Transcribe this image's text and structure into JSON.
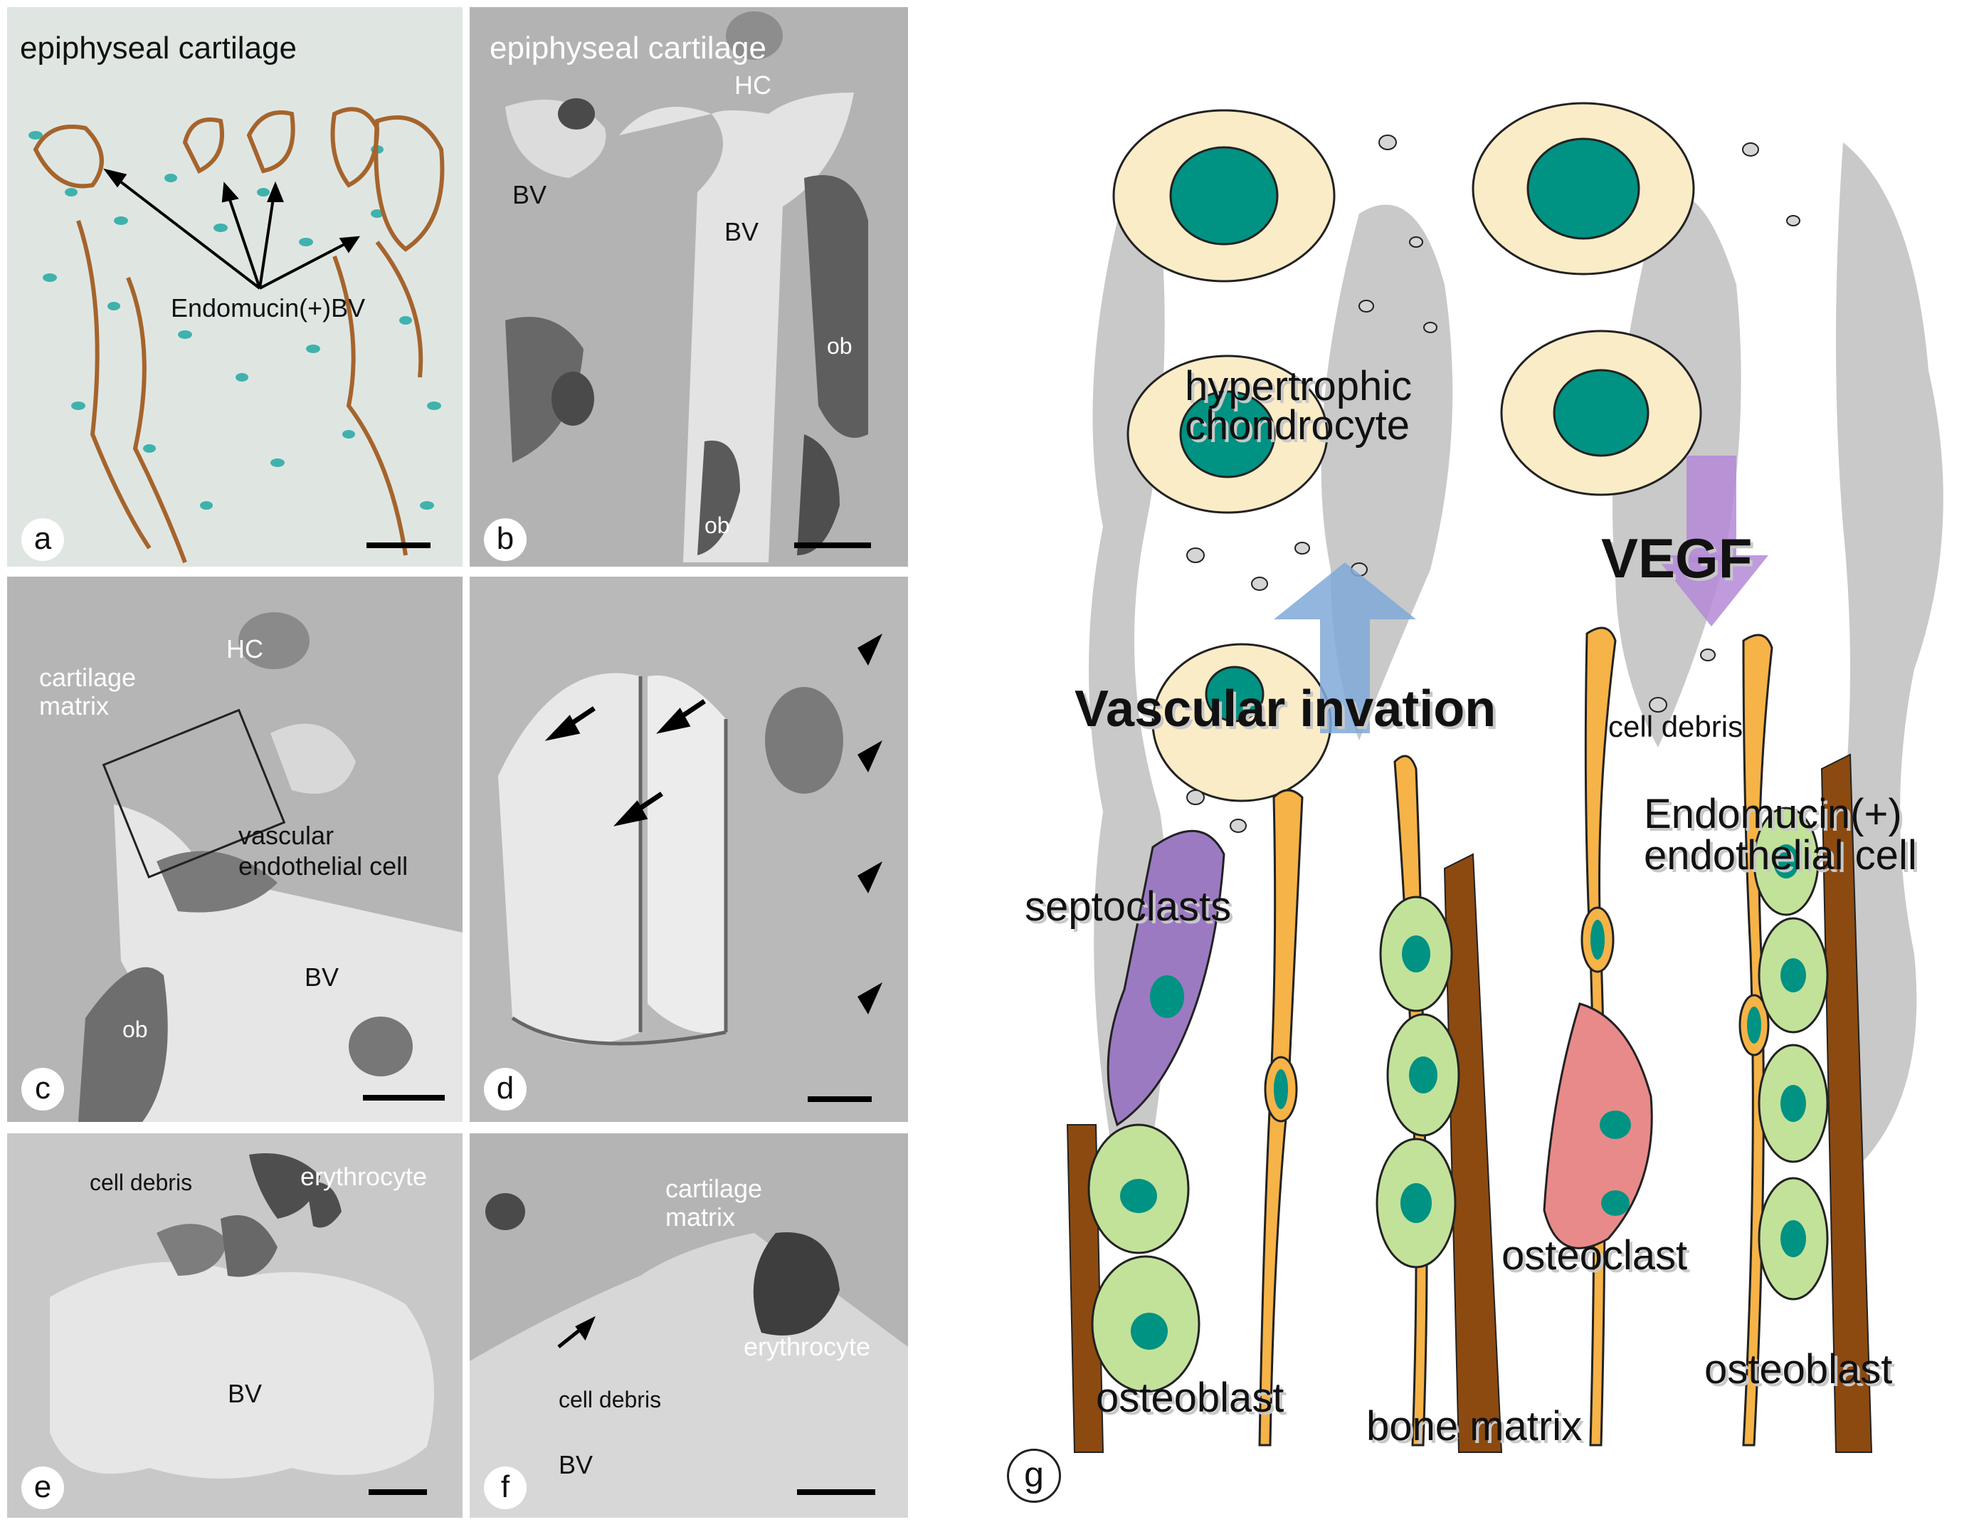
{
  "panels": {
    "a": {
      "letter": "a",
      "title": "epiphyseal cartilage",
      "label": "Endomucin(+)BV"
    },
    "b": {
      "letter": "b",
      "title": "epiphyseal cartilage",
      "hc": "HC",
      "bv1": "BV",
      "bv2": "BV",
      "ob1": "ob",
      "ob2": "ob"
    },
    "c": {
      "letter": "c",
      "hc": "HC",
      "matrix": "cartilage\nmatrix",
      "endo": "vascular\nendothelial cell",
      "bv": "BV",
      "ob": "ob"
    },
    "d": {
      "letter": "d"
    },
    "e": {
      "letter": "e",
      "debris": "cell debris",
      "ery": "erythrocyte",
      "bv": "BV"
    },
    "f": {
      "letter": "f",
      "matrix": "cartilage\nmatrix",
      "ery": "erythrocyte",
      "debris": "cell debris",
      "bv": "BV"
    }
  },
  "diagram": {
    "letter": "g",
    "hypertrophic": "hypertrophic\nchondrocyte",
    "vegf": "VEGF",
    "vascular_invasion": "Vascular invation",
    "cell_debris": "cell debris",
    "endomucin": "Endomucin(+)\nendothelial cell",
    "septoclasts": "septoclasts",
    "osteoclast": "osteoclast",
    "osteoblast_left": "osteoblast",
    "osteoblast_right": "osteoblast",
    "bone_matrix": "bone matrix"
  },
  "colors": {
    "chondrocyte_cyto": "#fbecc8",
    "nucleus": "#009282",
    "endothelial": "#f6b347",
    "osteoblast": "#c2e29a",
    "bone_matrix": "#8c4a10",
    "septoclast": "#9b7ac2",
    "osteoclast": "#e88a8a",
    "cartilage": "#c9c9c9",
    "vegf_arrow": "#b48ad8",
    "invasion_arrow": "#7fa9d8",
    "em_gray": "#b9b9b9"
  }
}
